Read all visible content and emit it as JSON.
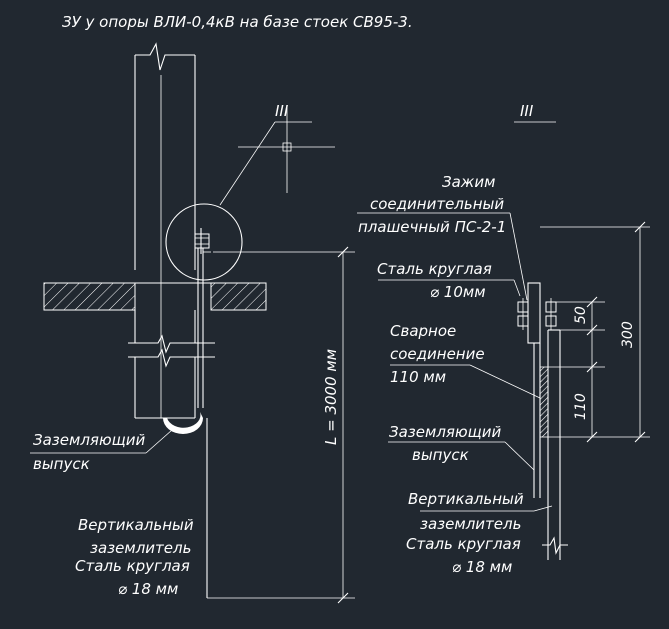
{
  "drawing": {
    "title": "ЗУ у опоры ВЛИ-0,4кВ  на базе стоек СВ95-3.",
    "view_marker_left": "III",
    "view_marker_right": "III",
    "left_view": {
      "ground_outlet_line1": "Заземляющий",
      "ground_outlet_line2": "выпуск",
      "vertical_electrode_line1": "Вертикальный",
      "vertical_electrode_line2": "заземлитель",
      "steel_round": "Сталь круглая",
      "diameter": "⌀ 18 мм",
      "length_dim": "L = 3000 мм"
    },
    "right_view": {
      "clamp_line1": "Зажим",
      "clamp_line2": "соединительный",
      "clamp_line3": "плашечный ПС-2-1",
      "steel_round": "Сталь круглая",
      "diameter_10": "⌀ 10мм",
      "weld_line1": "Сварное",
      "weld_line2": "соединение",
      "weld_length": "110 мм",
      "ground_outlet_line1": "Заземляющий",
      "ground_outlet_line2": "выпуск",
      "vertical_electrode_line1": "Вертикальный",
      "vertical_electrode_line2": "заземлитель",
      "steel_round_2": "Сталь круглая",
      "diameter_18": "⌀ 18 мм",
      "dim_50": "50",
      "dim_110": "110",
      "dim_300": "300"
    },
    "colors": {
      "background": "#212830",
      "lines": "#ffffff"
    }
  }
}
